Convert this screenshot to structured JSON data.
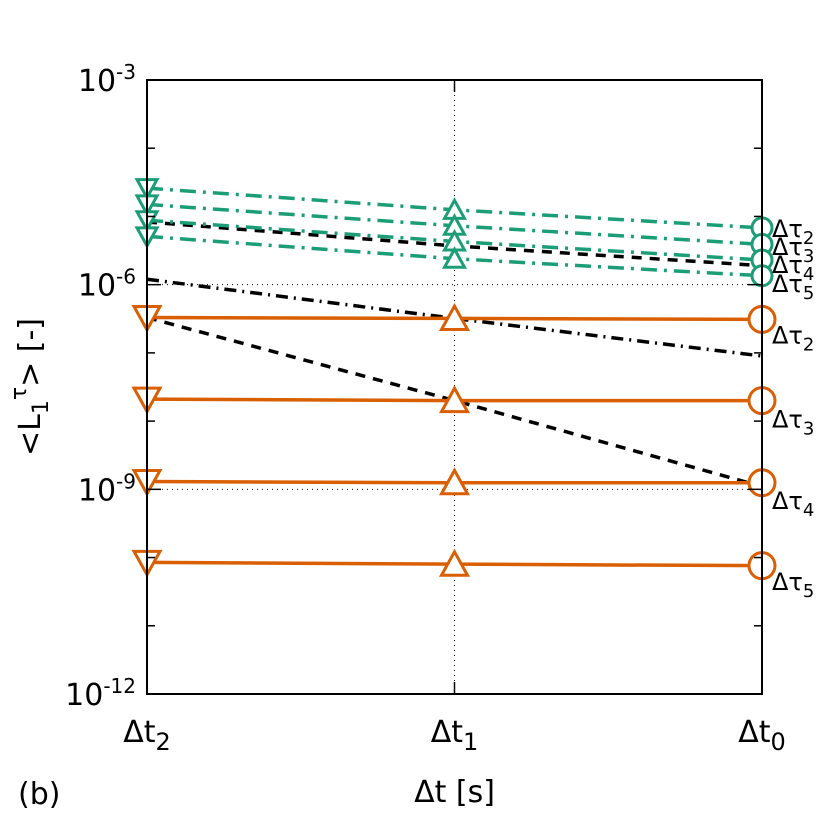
{
  "panel_label": "(b)",
  "chart_data": {
    "type": "line",
    "xlabel": "Δt [s]",
    "ylabel": "<L1τ> [-]",
    "x": [
      "Δt2",
      "Δt1",
      "Δt0"
    ],
    "x_ticks": [
      {
        "base": "Δt",
        "sub": "2"
      },
      {
        "base": "Δt",
        "sub": "1"
      },
      {
        "base": "Δt",
        "sub": "0"
      }
    ],
    "y_scale": "log",
    "ylim": [
      1e-12,
      0.001
    ],
    "y_ticks": [
      {
        "base": "10",
        "exp": "-12",
        "value": 1e-12
      },
      {
        "base": "10",
        "exp": "-9",
        "value": 1e-09
      },
      {
        "base": "10",
        "exp": "-6",
        "value": 1e-06
      },
      {
        "base": "10",
        "exp": "-3",
        "value": 0.001
      }
    ],
    "grid": "dotted at Δt1 and y = 1e-6, 1e-9",
    "series": [
      {
        "group": "teal",
        "style": "dashdot",
        "color": "#1b9e77",
        "values": [
          2.6e-05,
          1.25e-05,
          6.8e-06
        ]
      },
      {
        "group": "teal",
        "style": "dashdot",
        "color": "#1b9e77",
        "values": [
          1.5e-05,
          7.3e-06,
          3.9e-06
        ]
      },
      {
        "group": "teal",
        "style": "dashdot",
        "color": "#1b9e77",
        "values": [
          8.8e-06,
          4.3e-06,
          2.3e-06
        ]
      },
      {
        "group": "teal",
        "style": "dashdot",
        "color": "#1b9e77",
        "values": [
          5.1e-06,
          2.4e-06,
          1.35e-06
        ]
      },
      {
        "group": "orange",
        "style": "solid",
        "color": "#d95f02",
        "values": [
          3.3e-07,
          3.2e-07,
          3.1e-07
        ]
      },
      {
        "group": "orange",
        "style": "solid",
        "color": "#d95f02",
        "values": [
          2.1e-08,
          2e-08,
          2e-08
        ]
      },
      {
        "group": "orange",
        "style": "solid",
        "color": "#d95f02",
        "values": [
          1.3e-09,
          1.25e-09,
          1.25e-09
        ]
      },
      {
        "group": "orange",
        "style": "solid",
        "color": "#d95f02",
        "values": [
          8.5e-11,
          8e-11,
          7.6e-11
        ]
      }
    ],
    "reference_lines": [
      {
        "style": "dashed",
        "color": "#000000",
        "values": [
          8.3e-06,
          3.7e-06,
          1.9e-06
        ]
      },
      {
        "style": "dashdot",
        "color": "#000000",
        "values": [
          1.2e-06,
          3.2e-07,
          9e-08
        ]
      },
      {
        "style": "dashed",
        "color": "#000000",
        "values": [
          3.3e-07,
          2e-08,
          1.1e-09
        ]
      }
    ],
    "annotations": [
      {
        "group": "teal",
        "base": "Δτ",
        "sub": "2",
        "value": 6.8e-06
      },
      {
        "group": "teal",
        "base": "Δτ",
        "sub": "3",
        "value": 3.7e-06
      },
      {
        "group": "teal",
        "base": "Δτ",
        "sub": "4",
        "value": 2e-06
      },
      {
        "group": "teal",
        "base": "Δτ",
        "sub": "5",
        "value": 1.05e-06
      },
      {
        "group": "orange",
        "base": "Δτ",
        "sub": "2",
        "value": 1.85e-07
      },
      {
        "group": "orange",
        "base": "Δτ",
        "sub": "3",
        "value": 1.1e-08
      },
      {
        "group": "orange",
        "base": "Δτ",
        "sub": "4",
        "value": 7e-10
      },
      {
        "group": "orange",
        "base": "Δτ",
        "sub": "5",
        "value": 4.5e-11
      }
    ]
  }
}
